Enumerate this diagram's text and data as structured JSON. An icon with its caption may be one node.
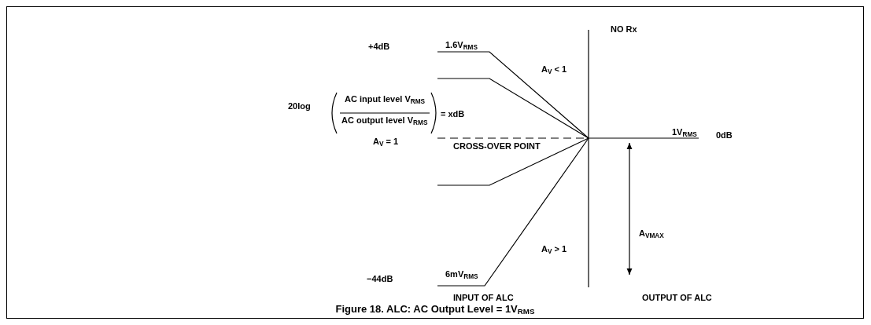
{
  "diagram": {
    "caption": "Figure 18. ALC: AC Output Level = 1V$_{RMS}$",
    "labels": [
      "+4dB",
      "1.6V$_{RMS}$",
      "NO Rx",
      "A$_{V}$ < 1",
      "20log",
      "AC input level V$_{RMS}$",
      "AC output level V$_{RMS}$",
      "= xdB",
      "A$_{V}$ = 1",
      "CROSS-OVER POINT",
      "1V$_{RMS}$",
      "0dB",
      "A$_{VMAX}$",
      "A$_{V}$ > 1",
      "−44dB",
      "6mV$_{RMS}$",
      "INPUT OF ALC",
      "OUTPUT OF ALC"
    ]
  }
}
